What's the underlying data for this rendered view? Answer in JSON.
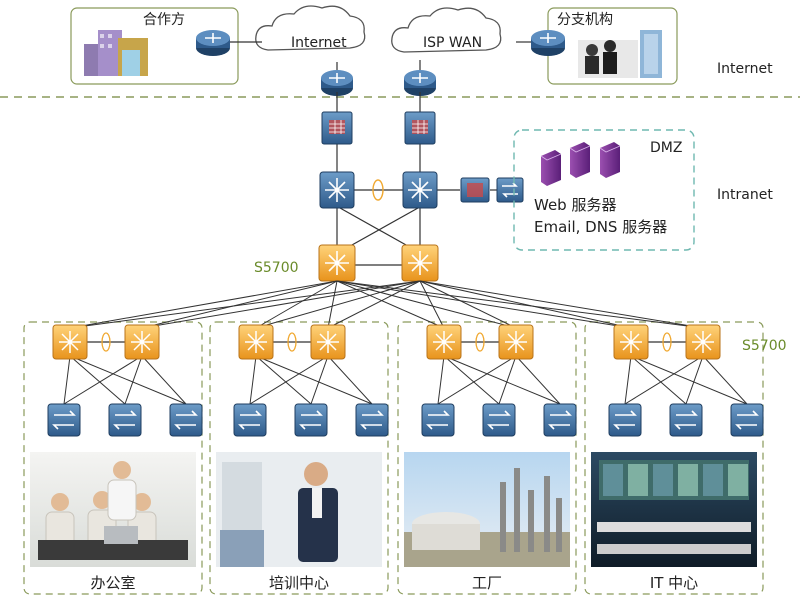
{
  "zones": {
    "internet": "Internet",
    "intranet": "Intranet"
  },
  "top": {
    "partner_label": "合作方",
    "branch_label": "分支机构",
    "cloud_internet": "Internet",
    "cloud_isp": "ISP WAN"
  },
  "dmz": {
    "label": "DMZ",
    "web_server": "Web 服务器",
    "email_server": "Email, DNS 服务器"
  },
  "core": {
    "model_label": "S5700"
  },
  "access": {
    "model_label": "S5700"
  },
  "sites": [
    {
      "label": "办公室"
    },
    {
      "label": "培训中心"
    },
    {
      "label": "工厂"
    },
    {
      "label": "IT 中心"
    }
  ],
  "colors": {
    "dashed_border": "#8a9a5b",
    "dmz_border": "#6fb8b0",
    "s5700_orange": "#f0a830",
    "router_blue": "#2e5a8a",
    "switch_blue": "#3c6e9c",
    "label_green": "#6a8b2a"
  }
}
